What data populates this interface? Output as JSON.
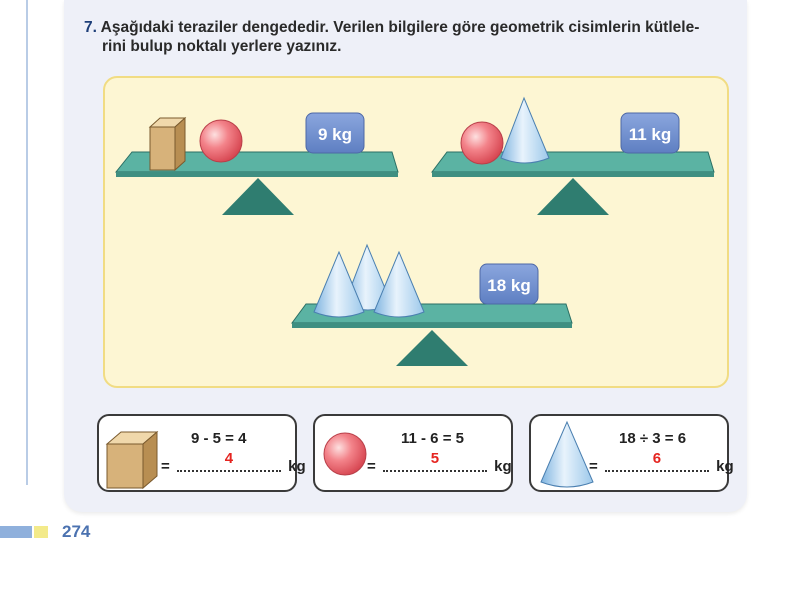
{
  "question": {
    "number": "7.",
    "text": "Aşağıdaki teraziler dengededir. Verilen bilgilere göre geometrik cisimlerin kütlele-",
    "text_line2": "rini bulup noktalı yerlere yazınız."
  },
  "scales": [
    {
      "weight_label": "9 kg",
      "objects": [
        "cube",
        "sphere"
      ]
    },
    {
      "weight_label": "11 kg",
      "objects": [
        "sphere",
        "cone"
      ]
    },
    {
      "weight_label": "18 kg",
      "objects": [
        "cone",
        "cone",
        "cone"
      ]
    }
  ],
  "answers": [
    {
      "shape": "cube",
      "equation": "9 - 5 = 4",
      "prefix": "=",
      "value": "4",
      "unit": "kg"
    },
    {
      "shape": "sphere",
      "equation": "11 - 6 = 5",
      "prefix": "=",
      "value": "5",
      "unit": "kg"
    },
    {
      "shape": "cone",
      "equation": "18 ÷ 3 = 6",
      "prefix": "=",
      "value": "6",
      "unit": "kg"
    }
  ],
  "page_number": "274",
  "colors": {
    "beam": "#5bb3a3",
    "fulcrum": "#2f7d70",
    "weight_box": "#6f8fcf",
    "answer_red": "#e52420",
    "panel_bg": "#fdf6d3"
  }
}
